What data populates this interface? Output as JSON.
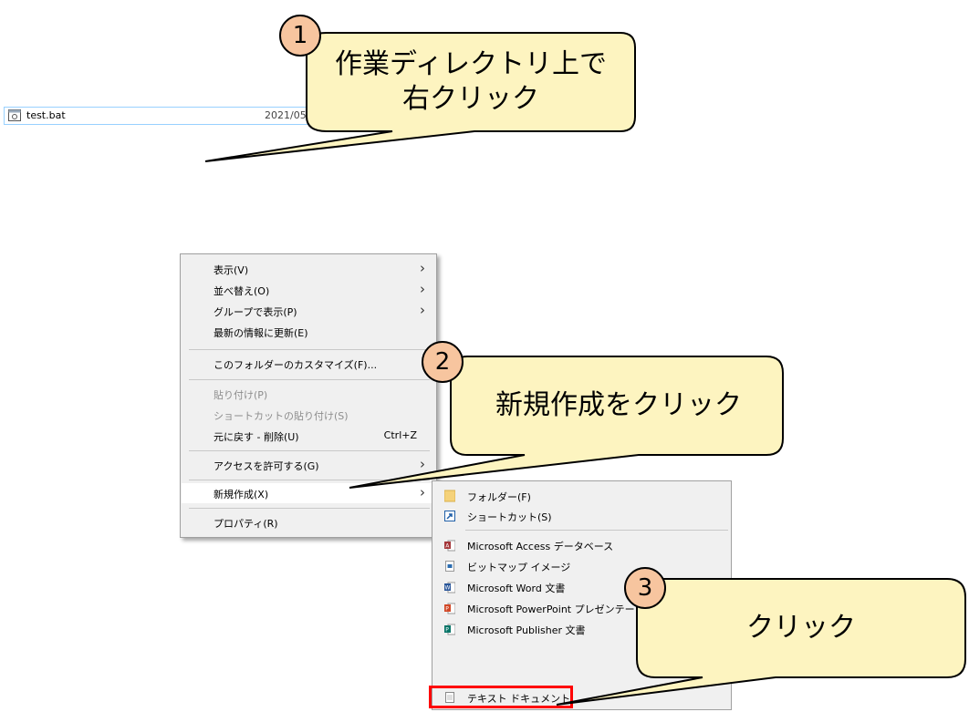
{
  "file": {
    "name": "test.bat",
    "date": "2021/05",
    "icon": "batch-file-icon"
  },
  "context_menu": {
    "items": [
      {
        "label": "表示(V)",
        "submenu": true
      },
      {
        "label": "並べ替え(O)",
        "submenu": true
      },
      {
        "label": "グループで表示(P)",
        "submenu": true
      },
      {
        "label": "最新の情報に更新(E)"
      },
      {
        "label": "このフォルダーのカスタマイズ(F)..."
      },
      {
        "label": "貼り付け(P)",
        "disabled": true
      },
      {
        "label": "ショートカットの貼り付け(S)",
        "disabled": true
      },
      {
        "label": "元に戻す - 削除(U)",
        "shortcut": "Ctrl+Z"
      },
      {
        "label": "アクセスを許可する(G)",
        "submenu": true
      },
      {
        "label": "新規作成(X)",
        "submenu": true,
        "highlighted": true
      },
      {
        "label": "プロパティ(R)"
      }
    ]
  },
  "submenu": {
    "items": [
      {
        "label": "フォルダー(F)",
        "icon": "folder-icon"
      },
      {
        "label": "ショートカット(S)",
        "icon": "shortcut-icon"
      },
      {
        "label": "Microsoft Access データベース",
        "icon": "access-icon"
      },
      {
        "label": "ビットマップ イメージ",
        "icon": "bitmap-icon"
      },
      {
        "label": "Microsoft Word 文書",
        "icon": "word-icon"
      },
      {
        "label": "Microsoft PowerPoint プレゼンテー",
        "icon": "powerpoint-icon"
      },
      {
        "label": "Microsoft Publisher 文書",
        "icon": "publisher-icon"
      },
      {
        "label": "テキスト ドキュメント",
        "icon": "text-document-icon"
      }
    ]
  },
  "callouts": [
    {
      "step": "1",
      "text_line1": "作業ディレクトリ上で",
      "text_line2": "右クリック"
    },
    {
      "step": "2",
      "text": "新規作成をクリック"
    },
    {
      "step": "3",
      "text": "クリック"
    }
  ],
  "colors": {
    "callout_fill": "#fdf4c0",
    "step_fill": "#f7c59f",
    "highlight": "#ff0000",
    "menu_bg": "#f0f0f0"
  }
}
